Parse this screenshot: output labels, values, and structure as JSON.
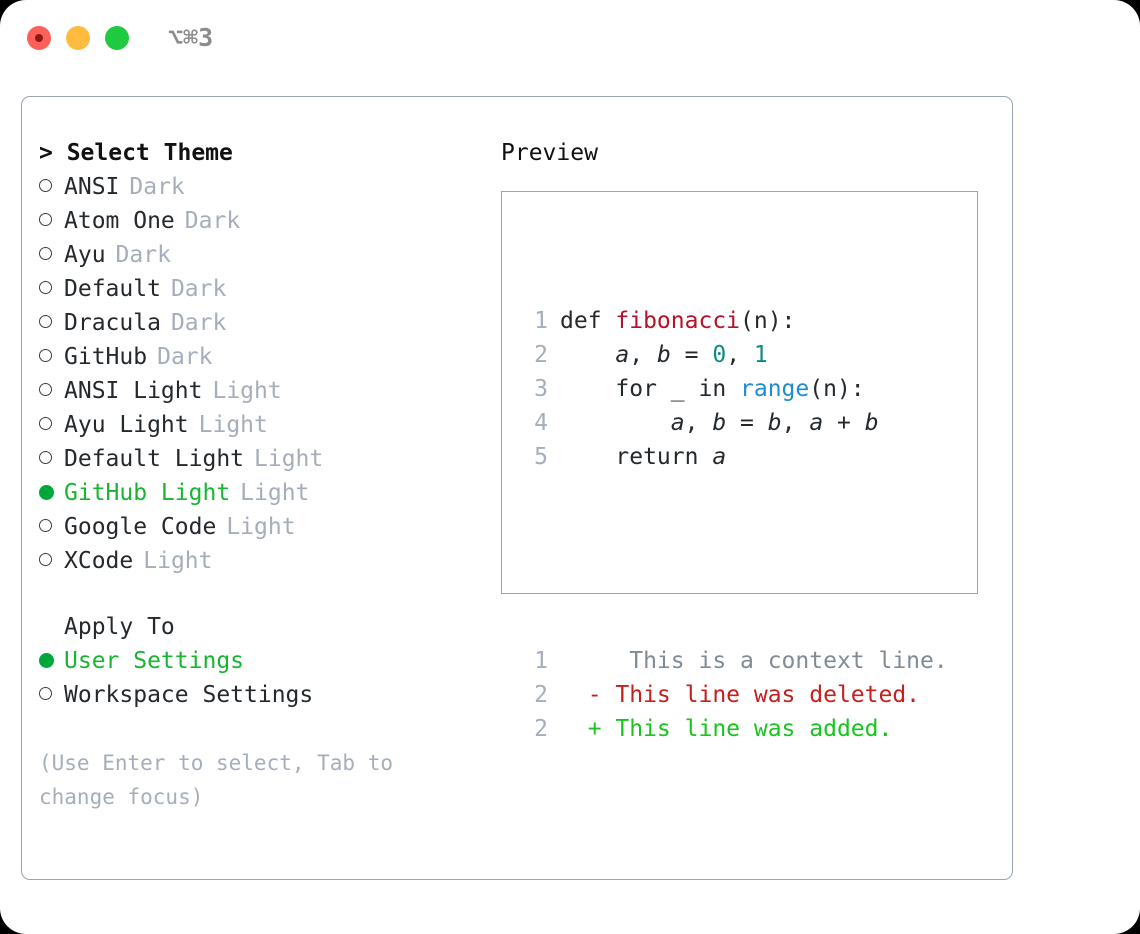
{
  "titlebar": {
    "shortcut": "⌥⌘3",
    "lights": [
      "close",
      "minimize",
      "maximize"
    ]
  },
  "theme_picker": {
    "header": "> Select Theme",
    "focused": true,
    "items": [
      {
        "label": "ANSI",
        "variant": "Dark",
        "selected": false
      },
      {
        "label": "Atom One",
        "variant": "Dark",
        "selected": false
      },
      {
        "label": "Ayu",
        "variant": "Dark",
        "selected": false
      },
      {
        "label": "Default",
        "variant": "Dark",
        "selected": false
      },
      {
        "label": "Dracula",
        "variant": "Dark",
        "selected": false
      },
      {
        "label": "GitHub",
        "variant": "Dark",
        "selected": false
      },
      {
        "label": "ANSI Light",
        "variant": "Light",
        "selected": false
      },
      {
        "label": "Ayu Light",
        "variant": "Light",
        "selected": false
      },
      {
        "label": "Default Light",
        "variant": "Light",
        "selected": false
      },
      {
        "label": "GitHub Light",
        "variant": "Light",
        "selected": true
      },
      {
        "label": "Google Code",
        "variant": "Light",
        "selected": false
      },
      {
        "label": "XCode",
        "variant": "Light",
        "selected": false
      }
    ]
  },
  "apply_to": {
    "header": "Apply To",
    "items": [
      {
        "label": "User Settings",
        "selected": true
      },
      {
        "label": "Workspace Settings",
        "selected": false
      }
    ]
  },
  "hint": "(Use Enter to select, Tab to change focus)",
  "preview": {
    "title": "Preview",
    "code_lines": [
      {
        "no": "1",
        "tokens": [
          {
            "text": "def ",
            "type": "plain"
          },
          {
            "text": "fibonacci",
            "type": "fn"
          },
          {
            "text": "(n):",
            "type": "plain"
          }
        ]
      },
      {
        "no": "2",
        "tokens": [
          {
            "text": "    ",
            "type": "plain"
          },
          {
            "text": "a",
            "type": "var"
          },
          {
            "text": ", ",
            "type": "plain"
          },
          {
            "text": "b",
            "type": "var"
          },
          {
            "text": " = ",
            "type": "plain"
          },
          {
            "text": "0",
            "type": "num"
          },
          {
            "text": ", ",
            "type": "plain"
          },
          {
            "text": "1",
            "type": "num"
          }
        ]
      },
      {
        "no": "3",
        "tokens": [
          {
            "text": "    for _ in ",
            "type": "plain"
          },
          {
            "text": "range",
            "type": "builtin"
          },
          {
            "text": "(n):",
            "type": "plain"
          }
        ]
      },
      {
        "no": "4",
        "tokens": [
          {
            "text": "        ",
            "type": "plain"
          },
          {
            "text": "a",
            "type": "var"
          },
          {
            "text": ", ",
            "type": "plain"
          },
          {
            "text": "b",
            "type": "var"
          },
          {
            "text": " = ",
            "type": "plain"
          },
          {
            "text": "b",
            "type": "var"
          },
          {
            "text": ", ",
            "type": "plain"
          },
          {
            "text": "a",
            "type": "var"
          },
          {
            "text": " + ",
            "type": "plain"
          },
          {
            "text": "b",
            "type": "var"
          }
        ]
      },
      {
        "no": "5",
        "tokens": [
          {
            "text": "    return ",
            "type": "plain"
          },
          {
            "text": "a",
            "type": "var"
          }
        ]
      }
    ],
    "diff_lines": [
      {
        "no": "1",
        "marker": " ",
        "text": "  This is a context line.",
        "type": "ctx"
      },
      {
        "no": "2",
        "marker": "-",
        "text": " This line was deleted.",
        "type": "del"
      },
      {
        "no": "2",
        "marker": "+",
        "text": " This line was added.",
        "type": "add"
      }
    ]
  },
  "colors": {
    "accent_green": "#18b531",
    "selected_dot": "#00a83c",
    "muted": "#a5aeba",
    "border": "#9aa4b2",
    "fn_red": "#b3122b",
    "number_teal": "#0f8a86",
    "builtin_blue": "#1a8cd8",
    "diff_deleted": "#c42020",
    "diff_added": "#18c51f"
  }
}
